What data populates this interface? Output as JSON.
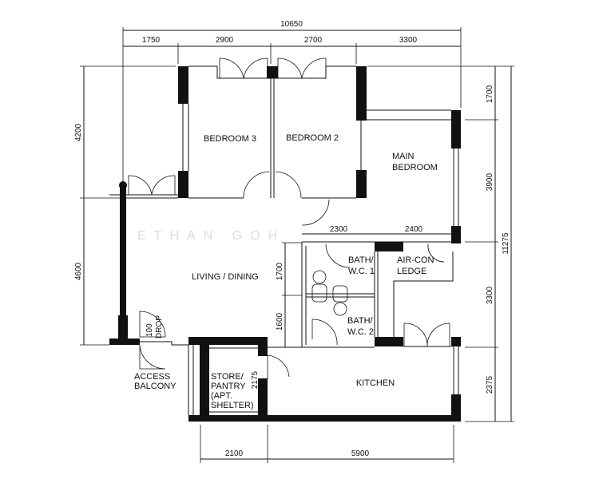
{
  "watermark": "ETHAN GOH",
  "dimensions": {
    "top_total": "10650",
    "top_segments": [
      "1750",
      "2900",
      "2700",
      "3300"
    ],
    "right_total": "11275",
    "right_segments": [
      "1700",
      "3900",
      "3300",
      "2375"
    ],
    "left_segments": [
      "4200",
      "4600"
    ],
    "bottom_segments": [
      "2100",
      "5900"
    ],
    "inner_horizontal": [
      "2300",
      "2400"
    ],
    "inner_vertical": [
      "1700",
      "1600"
    ],
    "store_width": "2175",
    "drop": [
      "100",
      "DROP"
    ]
  },
  "rooms": {
    "bedroom3": "BEDROOM 3",
    "bedroom2": "BEDROOM 2",
    "main_bedroom": [
      "MAIN",
      "BEDROOM"
    ],
    "living_dining": "LIVING / DINING",
    "bath1": [
      "BATH/",
      "W.C. 1"
    ],
    "bath2": [
      "BATH/",
      "W.C. 2"
    ],
    "aircon": [
      "AIR-CON",
      "LEDGE"
    ],
    "kitchen": "KITCHEN",
    "store": [
      "STORE/",
      "PANTRY",
      "(APT.",
      "SHELTER)"
    ],
    "access_balcony": [
      "ACCESS",
      "BALCONY"
    ]
  }
}
